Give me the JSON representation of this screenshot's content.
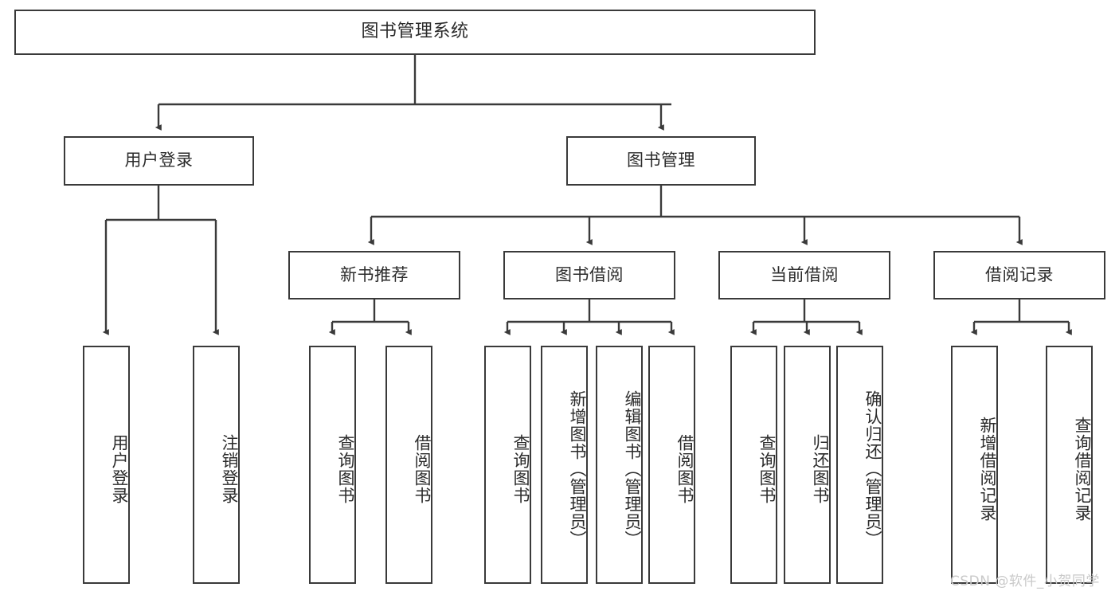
{
  "diagram": {
    "title": "图书管理系统",
    "type": "tree-hierarchy-chart",
    "background_color": "#ffffff",
    "box_border_color": "#3a3a3a",
    "edge_color": "#3a3a3a",
    "text_color": "#2b2b2b"
  },
  "nodes": {
    "root": {
      "label": "图书管理系统"
    },
    "level1": [
      {
        "label": "用户登录"
      },
      {
        "label": "图书管理"
      }
    ],
    "level2": [
      {
        "label": "新书推荐"
      },
      {
        "label": "图书借阅"
      },
      {
        "label": "当前借阅"
      },
      {
        "label": "借阅记录"
      }
    ],
    "leaves_user_login": [
      {
        "label": "用户登录"
      },
      {
        "label": "注销登录"
      }
    ],
    "leaves_new_book": [
      {
        "label": "查询图书"
      },
      {
        "label": "借阅图书"
      }
    ],
    "leaves_borrow": [
      {
        "label": "查询图书"
      },
      {
        "label": "新增图书（管理员）"
      },
      {
        "label": "编辑图书（管理员）"
      },
      {
        "label": "借阅图书"
      }
    ],
    "leaves_current": [
      {
        "label": "查询图书"
      },
      {
        "label": "归还图书"
      },
      {
        "label": "确认归还（管理员）"
      }
    ],
    "leaves_record": [
      {
        "label": "新增借阅记录"
      },
      {
        "label": "查询借阅记录"
      }
    ]
  },
  "watermark": {
    "text": "CSDN @软件_小贺同学"
  }
}
